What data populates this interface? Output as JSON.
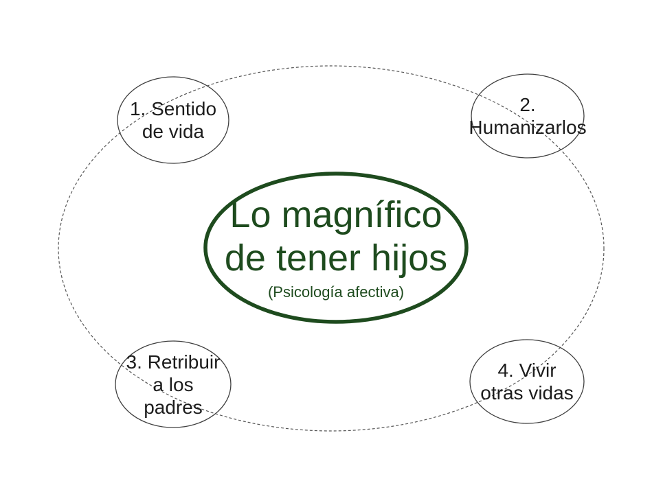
{
  "diagram": {
    "colors": {
      "accent_green": "#1e4b1e",
      "node_stroke": "#3f3f3f",
      "cycle_stroke": "#555555",
      "node_text": "#1c1c1c",
      "background": "#ffffff"
    },
    "center_node": {
      "title_line1": "Lo magnífico",
      "title_line2": "de tener hijos",
      "subtitle": "(Psicología afectiva)"
    },
    "satellite_nodes": [
      {
        "id": "1",
        "lines": [
          "1. Sentido",
          "de vida"
        ]
      },
      {
        "id": "2",
        "lines": [
          "2.",
          "Humanizarlos"
        ]
      },
      {
        "id": "3",
        "lines": [
          "3. Retribuir",
          "a los",
          "padres"
        ]
      },
      {
        "id": "4",
        "lines": [
          "4. Vivir",
          "otras vidas"
        ]
      }
    ]
  }
}
